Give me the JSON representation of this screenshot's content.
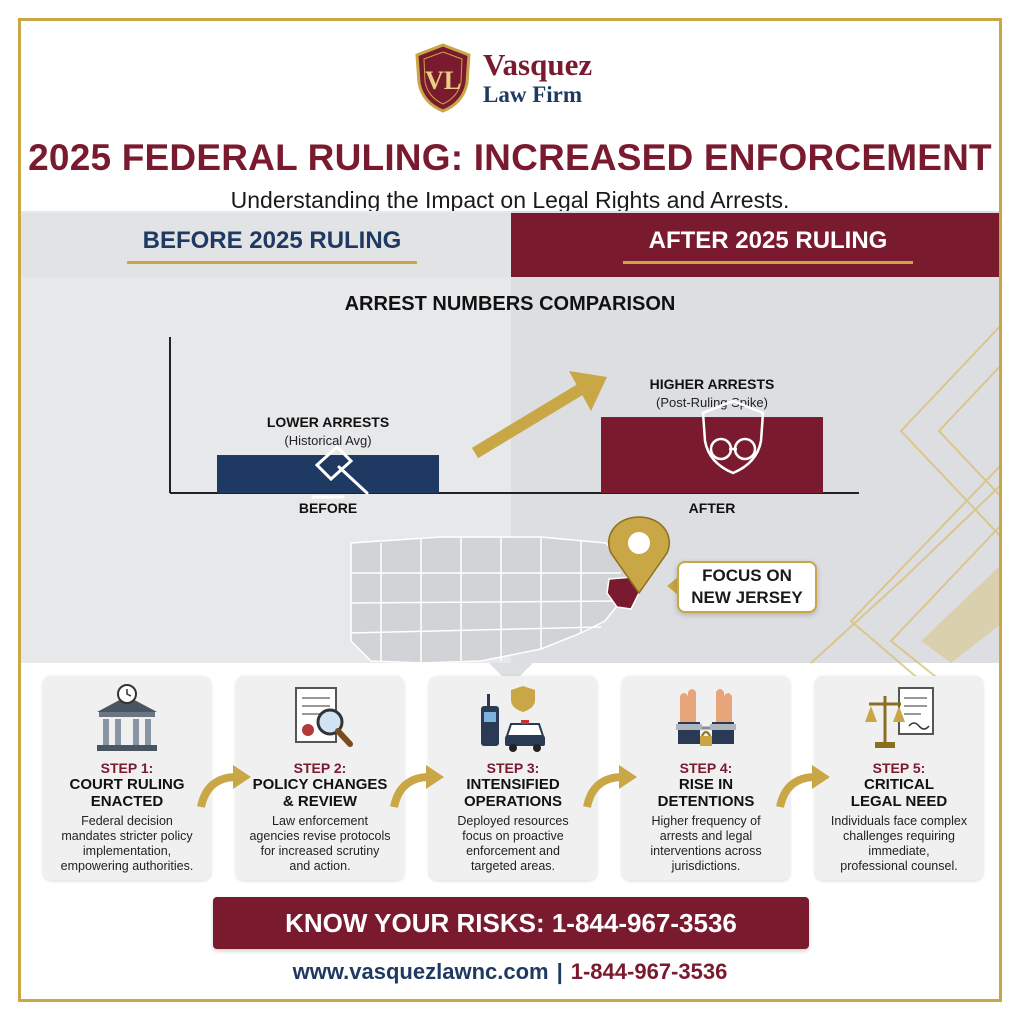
{
  "brand": {
    "monogram": "VL",
    "name": "Vasquez",
    "subname": "Law Firm"
  },
  "header": {
    "title": "2025 FEDERAL RULING: INCREASED ENFORCEMENT",
    "subtitle": "Understanding the Impact on Legal Rights and Arrests."
  },
  "comparison": {
    "before_label": "BEFORE 2025 RULING",
    "after_label": "AFTER 2025 RULING"
  },
  "chart_data": {
    "type": "bar",
    "title": "ARREST NUMBERS COMPARISON",
    "categories": [
      "BEFORE",
      "AFTER"
    ],
    "values": [
      1,
      2
    ],
    "bar_labels": [
      {
        "line1": "LOWER ARRESTS",
        "line2": "(Historical Avg)"
      },
      {
        "line1": "HIGHER ARRESTS",
        "line2": "(Post-Ruling Spike)"
      }
    ],
    "colors": [
      "#1f3a62",
      "#7a1a2e"
    ],
    "grid": false,
    "ylim": [
      0,
      2.4
    ]
  },
  "map": {
    "callout": [
      "FOCUS ON",
      "NEW JERSEY"
    ]
  },
  "steps": [
    {
      "num": "STEP 1:",
      "title1": "COURT RULING",
      "title2": "ENACTED",
      "desc": [
        "Federal decision",
        "mandates stricter policy",
        "implementation,",
        "empowering authorities."
      ]
    },
    {
      "num": "STEP 2:",
      "title1": "POLICY CHANGES",
      "title2": "& REVIEW",
      "desc": [
        "Law enforcement",
        "agencies revise protocols",
        "for increased scrutiny",
        "and action."
      ]
    },
    {
      "num": "STEP 3:",
      "title1": "INTENSIFIED",
      "title2": "OPERATIONS",
      "desc": [
        "Deployed resources",
        "focus on proactive",
        "enforcement and",
        "targeted areas."
      ]
    },
    {
      "num": "STEP 4:",
      "title1": "RISE IN",
      "title2": "DETENTIONS",
      "desc": [
        "Higher frequency of",
        "arrests and legal",
        "interventions across",
        "jurisdictions."
      ]
    },
    {
      "num": "STEP 5:",
      "title1": "CRITICAL",
      "title2": "LEGAL NEED",
      "desc": [
        "Individuals face complex",
        "challenges requiring",
        "immediate,",
        "professional counsel."
      ]
    }
  ],
  "cta": {
    "label": "KNOW YOUR RISKS: 1-844-967-3536"
  },
  "footer": {
    "website": "www.vasquezlawnc.com",
    "separator": "|",
    "phone": "1-844-967-3536"
  },
  "colors": {
    "maroon": "#7a1a2e",
    "navy": "#1f3a62",
    "gold": "#c9a646"
  }
}
